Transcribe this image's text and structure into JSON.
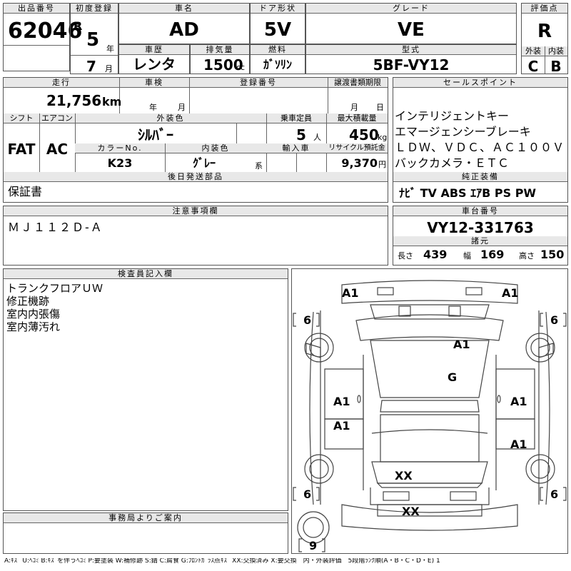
{
  "header": {
    "lot_no_label": "出品番号",
    "lot_no": "62046",
    "first_reg_label": "初度登録",
    "era": "R",
    "reg_year": "5",
    "year_unit": "年",
    "reg_month": "7",
    "month_unit": "月",
    "car_name_label": "車名",
    "car_name": "AD",
    "door_label": "ドア形状",
    "door": "5V",
    "grade_label": "グレード",
    "grade": "VE",
    "score_label": "評価点",
    "score": "R",
    "history_label": "車歴",
    "history": "レンタ",
    "displacement_label": "排気量",
    "displacement": "1500",
    "displacement_unit": "cc",
    "fuel_label": "燃料",
    "fuel": "ｶﾞｿﾘﾝ",
    "model_code_label": "型式",
    "model_code": "5BF-VY12",
    "exterior_label": "外装",
    "exterior": "C",
    "interior_label": "内装",
    "interior": "B"
  },
  "row2": {
    "mileage_label": "走行",
    "mileage": "21,756",
    "mileage_unit": "km",
    "inspection_label": "車検",
    "inspection_year_unit": "年",
    "inspection_month_unit": "月",
    "reg_no_label": "登録番号",
    "transfer_label": "譲渡書類期限",
    "transfer_month_unit": "月",
    "transfer_day_unit": "日",
    "sales_label": "セールスポイント"
  },
  "row3": {
    "shift_label": "シフト",
    "shift": "FAT",
    "ac_label": "エアコン",
    "ac": "AC",
    "color_label": "外装色",
    "color": "ｼﾙﾊﾞｰ",
    "capacity_label": "乗車定員",
    "capacity": "5",
    "capacity_unit": "人",
    "load_label": "最大積載量",
    "load": "450",
    "load_unit": "kg",
    "color_no_label": "カラーNo.",
    "color_no": "K23",
    "interior_color_label": "内装色",
    "interior_color": "ｸﾞﾚｰ",
    "interior_color_unit": "系",
    "import_label": "輸入車",
    "recycle_label": "リサイクル預託金",
    "recycle": "9,370",
    "recycle_unit": "円"
  },
  "sales_points": [
    "インテリジェントキー",
    "エマージェンシーブレーキ",
    "ＬＤＷ、ＶＤＣ、ＡＣ１００Ｖ",
    "バックカメラ・ＥＴＣ"
  ],
  "deferred": {
    "label": "後日発送部品",
    "value": "保証書"
  },
  "equipment": {
    "label": "純正装備",
    "value": "ﾅﾋﾞ TV ABS ｴｱB PS PW"
  },
  "caution": {
    "label": "注意事項欄",
    "value": "ＭＪ１１２Ｄ-Ａ"
  },
  "chassis": {
    "label": "車台番号",
    "value": "VY12-331763"
  },
  "specs": {
    "label": "諸元",
    "length_label": "長さ",
    "length": "439",
    "width_label": "幅",
    "width": "169",
    "height_label": "高さ",
    "height": "150"
  },
  "inspector": {
    "label": "検査員記入欄",
    "notes": [
      "トランクフロアＵＷ",
      "修正機跡",
      "室内内張傷",
      "室内薄汚れ"
    ]
  },
  "office": {
    "label": "事務局よりご案内"
  },
  "diagram": {
    "marks": {
      "a1_front_left": "A1",
      "a1_front_right": "A1",
      "a1_roof": "A1",
      "g_roof": "G",
      "a1_left_front": "A1",
      "a1_right_front": "A1",
      "a1_left_rear": "A1",
      "a1_right_rear": "A1",
      "xx_rear": "XX",
      "xx_bumper": "XX"
    },
    "tires": {
      "fl": "6",
      "fr": "6",
      "rl": "6",
      "rr": "6",
      "spare": "9"
    }
  },
  "legend": "A:ｷｽﾞ U:ﾍｺﾐ B:ｷｽﾞを伴うﾍｺﾐ P:要塗装 W:補修跡 S:錆 C:腐食 G:ﾌﾛﾝﾄｶﾞﾗｽ点ｷｽﾞ XX:交換済み X:要交換　内・外装評価　5段階ﾗﾝｸ順(A・B・C・D・E) 1"
}
